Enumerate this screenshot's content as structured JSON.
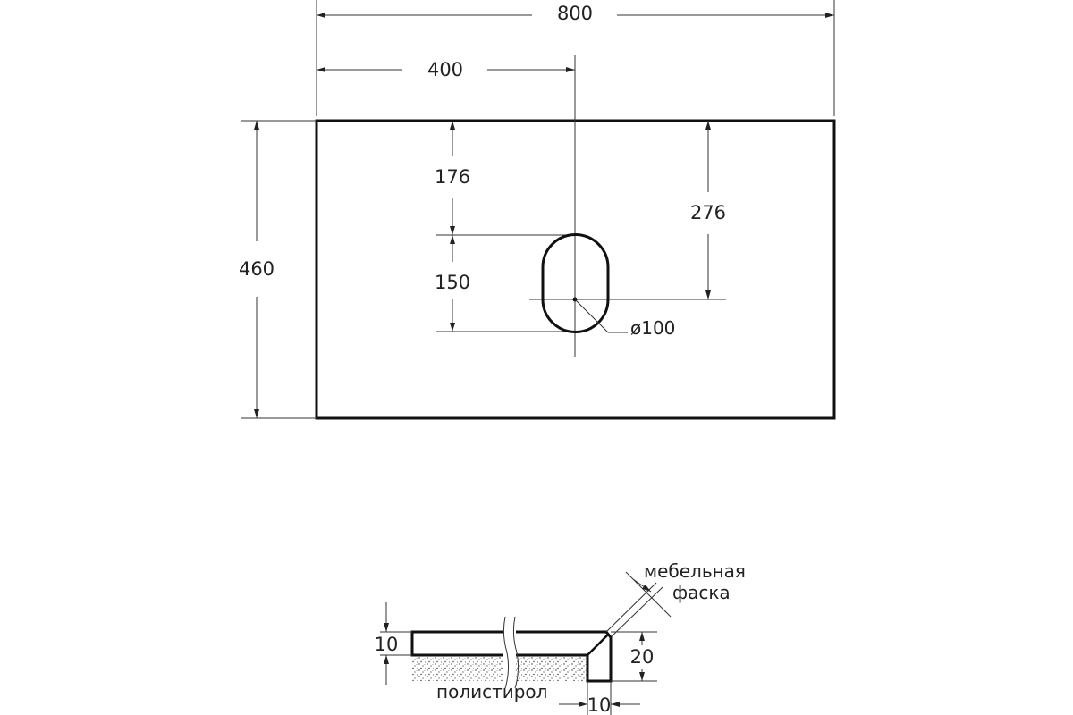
{
  "plan": {
    "width": "800",
    "center_offset": "400",
    "depth": "460",
    "hole_top": "176",
    "hole_length": "150",
    "hole_center": "276",
    "hole_diameter": "ø100"
  },
  "section": {
    "slab_thickness": "10",
    "edge_height": "20",
    "edge_width": "10",
    "chamfer_label_line1": "мебельная",
    "chamfer_label_line2": "фаска",
    "foam_label": "полистирол"
  },
  "colors": {
    "line": "#111111",
    "background": "#ffffff"
  }
}
